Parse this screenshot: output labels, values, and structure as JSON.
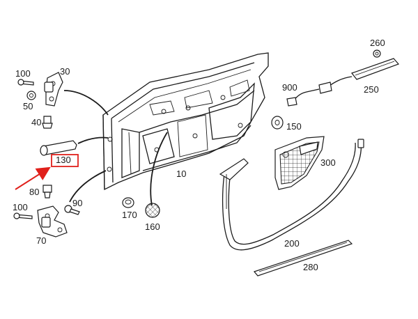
{
  "parts": {
    "p10": "10",
    "p30": "30",
    "p40": "40",
    "p50": "50",
    "p70": "70",
    "p80": "80",
    "p90": "90",
    "p100a": "100",
    "p100b": "100",
    "p130": "130",
    "p150": "150",
    "p160": "160",
    "p170": "170",
    "p200": "200",
    "p250": "250",
    "p260": "260",
    "p280": "280",
    "p300": "300",
    "p900": "900"
  },
  "highlight": {
    "part": "130",
    "color": "#e0201b"
  }
}
